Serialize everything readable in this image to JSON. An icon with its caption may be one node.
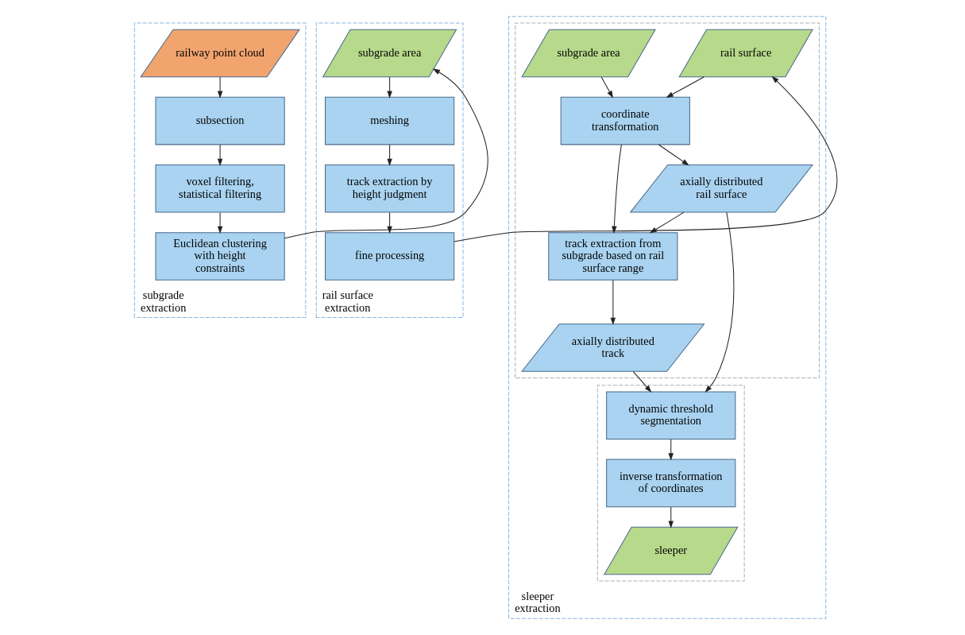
{
  "diagram": {
    "nodes": [
      {
        "text": [
          "subgrade extraction"
        ]
      },
      {
        "text": [
          "railway point cloud"
        ],
        "in": 0
      },
      {
        "text": [
          "subsection"
        ],
        "in": 0
      },
      {
        "text": [
          "voxel filtering, statistical filtering"
        ],
        "in": 0
      },
      {
        "text": [
          "Euclidean clustering with height constraints"
        ],
        "in": 0
      },
      {
        "text": [
          "rail surface extraction"
        ]
      },
      {
        "text": [
          "subgrade area"
        ],
        "in": 5
      },
      {
        "text": [
          "meshing"
        ],
        "in": 5
      },
      {
        "text": [
          "track extraction by height judgment"
        ],
        "in": 5
      },
      {
        "text": [
          "fine processing"
        ],
        "in": 5
      },
      {
        "text": [
          "sleeper extraction"
        ]
      },
      {
        "text": [],
        "shape": "box",
        "in": 10
      },
      {
        "text": [
          "rail surface"
        ],
        "in": 11
      },
      {
        "text": [
          "subgrade area"
        ],
        "in": 11
      },
      {
        "text": [
          "coordinate transformation"
        ],
        "in": 11
      },
      {
        "text": [
          "axially distributed rail surface"
        ],
        "in": 11
      },
      {
        "text": [
          "track extraction from subgrade based on rail surface range"
        ],
        "in": 11
      },
      {
        "text": [
          "axially distributed track"
        ],
        "in": 11
      },
      {
        "text": [],
        "shape": "box",
        "in": 10
      },
      {
        "text": [
          "dynamic threshold segmentation"
        ],
        "in": 18
      },
      {
        "text": [
          "inverse transformation of coordinates"
        ],
        "in": 18
      },
      {
        "text": [
          "sleeper"
        ],
        "in": 18
      }
    ],
    "edges": [
      {
        "from": 1,
        "to": 2,
        "arrow": "to"
      },
      {
        "from": 2,
        "to": 3,
        "arrow": "to"
      },
      {
        "from": 3,
        "to": 4,
        "arrow": "to"
      },
      {
        "from": 4,
        "to": 6,
        "arrow": "to"
      },
      {
        "from": 6,
        "to": 7,
        "arrow": "to"
      },
      {
        "from": 7,
        "to": 8,
        "arrow": "to"
      },
      {
        "from": 8,
        "to": 9,
        "arrow": "to"
      },
      {
        "from": 9,
        "to": 12,
        "arrow": "to"
      },
      {
        "from": 12,
        "to": 14,
        "arrow": "to"
      },
      {
        "from": 13,
        "to": 14,
        "arrow": "to"
      },
      {
        "from": 14,
        "to": 15,
        "arrow": "to"
      },
      {
        "from": 14,
        "to": 16,
        "arrow": "to"
      },
      {
        "from": 15,
        "to": 16,
        "arrow": "to"
      },
      {
        "from": 16,
        "to": 17,
        "arrow": "to"
      },
      {
        "from": 15,
        "to": 19,
        "arrow": "to"
      },
      {
        "from": 17,
        "to": 19,
        "arrow": "to"
      },
      {
        "from": 19,
        "to": 20,
        "arrow": "to"
      },
      {
        "from": 20,
        "to": 21,
        "arrow": "to"
      }
    ]
  }
}
